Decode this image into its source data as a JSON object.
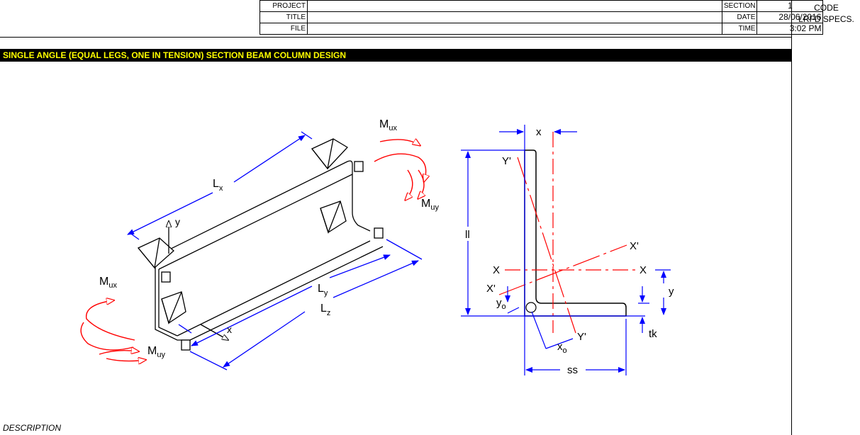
{
  "header": {
    "project_label": "PROJECT",
    "title_label": "TITLE",
    "file_label": "FILE",
    "section_label": "SECTION",
    "section_value": "1",
    "date_label": "DATE",
    "date_value": "28/06/2016",
    "time_label": "TIME",
    "time_value": "3:02 PM",
    "code_label": "CODE",
    "code_value": "LRFD SPECS."
  },
  "title_bar": "SINGLE ANGLE (EQUAL LEGS, ONE IN TENSION) SECTION BEAM COLUMN DESIGN",
  "description_label": "DESCRIPTION",
  "diagram": {
    "beam_labels": {
      "lx": "L",
      "lx_sub": "x",
      "ly": "L",
      "ly_sub": "y",
      "lz": "L",
      "lz_sub": "z",
      "y_axis": "y",
      "x_axis": "x",
      "mux_top": "M",
      "mux_top_sub": "ux",
      "muy_top": "M",
      "muy_top_sub": "uy",
      "mux_left": "M",
      "mux_left_sub": "ux",
      "muy_left": "M",
      "muy_left_sub": "uy"
    },
    "section_labels": {
      "x_dim": "x",
      "ll": "ll",
      "y_prime_top": "Y'",
      "x_prime_right": "X'",
      "x_left": "X",
      "x_right": "X",
      "x_prime_left": "X'",
      "y_dim": "y",
      "yo": "y",
      "yo_sub": "o",
      "y_prime_bottom": "Y'",
      "xo": "x",
      "xo_sub": "o",
      "tk": "tk",
      "ss": "ss"
    },
    "colors": {
      "dimension": "#0000ff",
      "axis": "#ff0000",
      "line": "#000000"
    }
  }
}
